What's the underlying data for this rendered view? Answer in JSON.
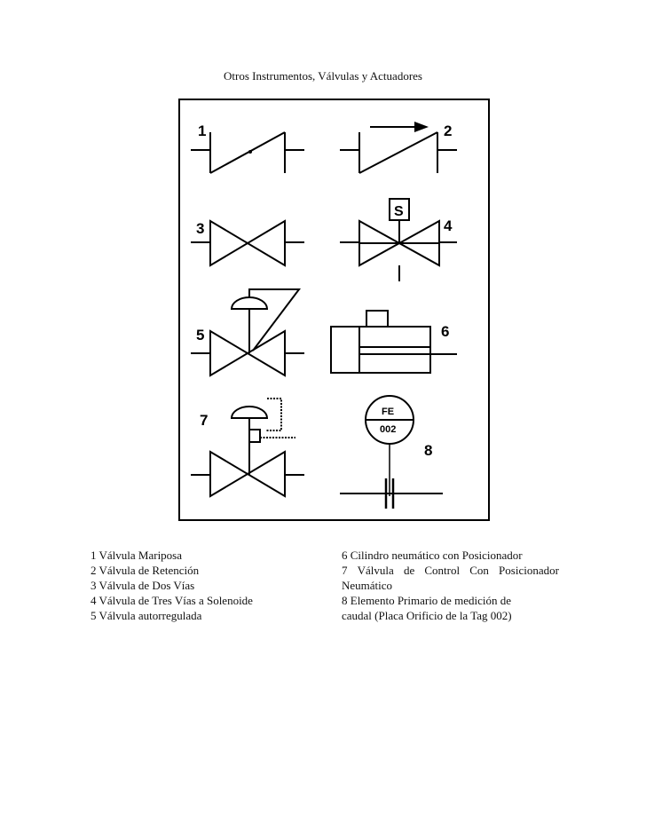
{
  "title": "Otros Instrumentos, Válvulas y Actuadores",
  "symbols": {
    "n1": "1",
    "n2": "2",
    "n3": "3",
    "n4": "4",
    "n5": "5",
    "n6": "6",
    "n7": "7",
    "n8": "8",
    "solenoid_letter": "S",
    "fe_tag_top": "FE",
    "fe_tag_bottom": "002"
  },
  "legend_left": [
    "1 Válvula Mariposa",
    "2 Válvula de Retención",
    "3 Válvula de Dos Vías",
    "4 Válvula de Tres Vías a Solenoide",
    "5 Válvula autorregulada"
  ],
  "legend_right": {
    "item6": "6 Cilindro neumático con Posicionador",
    "item7_words": [
      "7",
      "Válvula",
      "de",
      "Control",
      "Con",
      "Posicionador"
    ],
    "item7_cont": "Neumático",
    "item8_line1": "8 Elemento Primario de medición de",
    "item8_line2": "caudal (Placa Orificio de la Tag 002)"
  }
}
